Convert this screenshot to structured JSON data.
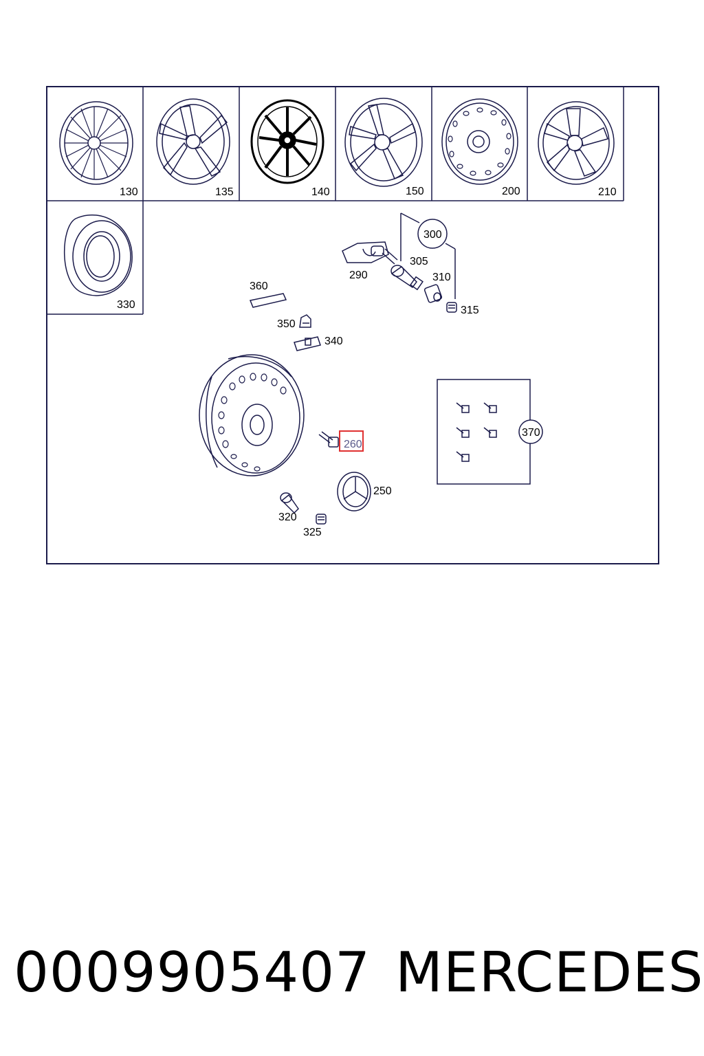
{
  "diagram": {
    "wheel_tiles": [
      {
        "label": "130",
        "icon": "multi-spoke-wheel-icon"
      },
      {
        "label": "135",
        "icon": "twin-spoke-wheel-icon"
      },
      {
        "label": "140",
        "icon": "black-multi-spoke-wheel-icon"
      },
      {
        "label": "150",
        "icon": "five-twin-spoke-wheel-icon"
      },
      {
        "label": "200",
        "icon": "steel-wheel-icon"
      },
      {
        "label": "210",
        "icon": "five-spoke-wheel-icon"
      }
    ],
    "tire_tile": {
      "label": "330",
      "icon": "tire-icon"
    },
    "parts": [
      {
        "label": "290",
        "icon": "tpms-sensor-icon"
      },
      {
        "label": "300",
        "icon": "circled-callout-icon"
      },
      {
        "label": "305",
        "icon": "valve-stem-icon"
      },
      {
        "label": "310",
        "icon": "valve-nut-icon"
      },
      {
        "label": "315",
        "icon": "valve-cap-icon"
      },
      {
        "label": "360",
        "icon": "balance-weight-icon"
      },
      {
        "label": "350",
        "icon": "clip-icon"
      },
      {
        "label": "340",
        "icon": "adhesive-weight-icon"
      },
      {
        "label": "260",
        "icon": "wheel-bolt-icon",
        "highlighted": true
      },
      {
        "label": "250",
        "icon": "hub-cap-icon"
      },
      {
        "label": "320",
        "icon": "tire-valve-icon"
      },
      {
        "label": "325",
        "icon": "valve-cap-icon"
      },
      {
        "label": "370",
        "icon": "bolt-set-icon"
      }
    ],
    "highlight_color": "#e03030",
    "line_color": "#1a1a4a"
  },
  "caption": {
    "part_number": "0009905407",
    "brand": "MERCEDES"
  }
}
